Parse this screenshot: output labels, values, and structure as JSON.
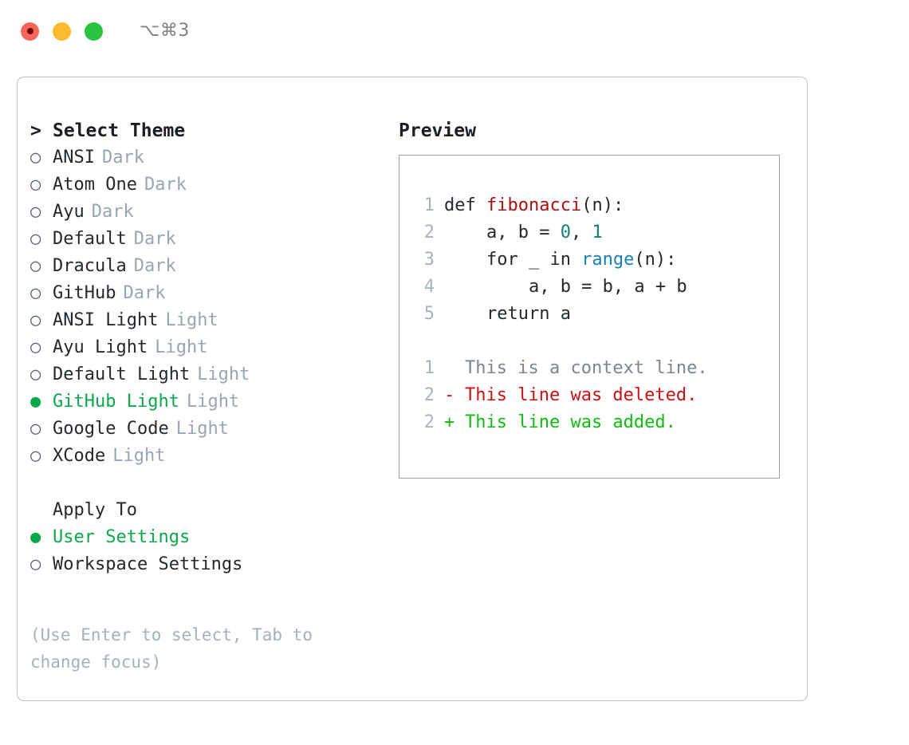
{
  "titlebar": {
    "shortcut": "⌥⌘3",
    "buttons": [
      {
        "name": "close",
        "color": "#f9655b"
      },
      {
        "name": "minimize",
        "color": "#fcbb2d"
      },
      {
        "name": "zoom",
        "color": "#2ac33f"
      }
    ]
  },
  "theme_selector": {
    "heading": "Select Theme",
    "heading_marker": ">",
    "unselected_marker": "○",
    "selected_marker": "●",
    "selected_color": "#0aa84a",
    "items": [
      {
        "label": "ANSI",
        "tag": "Dark",
        "selected": false
      },
      {
        "label": "Atom One",
        "tag": "Dark",
        "selected": false
      },
      {
        "label": "Ayu",
        "tag": "Dark",
        "selected": false
      },
      {
        "label": "Default",
        "tag": "Dark",
        "selected": false
      },
      {
        "label": "Dracula",
        "tag": "Dark",
        "selected": false
      },
      {
        "label": "GitHub",
        "tag": "Dark",
        "selected": false
      },
      {
        "label": "ANSI Light",
        "tag": "Light",
        "selected": false
      },
      {
        "label": "Ayu Light",
        "tag": "Light",
        "selected": false
      },
      {
        "label": "Default Light",
        "tag": "Light",
        "selected": false
      },
      {
        "label": "GitHub Light",
        "tag": "Light",
        "selected": true
      },
      {
        "label": "Google Code",
        "tag": "Light",
        "selected": false
      },
      {
        "label": "XCode",
        "tag": "Light",
        "selected": false
      }
    ]
  },
  "apply_to": {
    "heading": "Apply To",
    "items": [
      {
        "label": "User Settings",
        "selected": true
      },
      {
        "label": "Workspace Settings",
        "selected": false
      }
    ]
  },
  "hint": "(Use Enter to select, Tab to change focus)",
  "preview": {
    "title": "Preview",
    "code_lines": [
      {
        "num": "1",
        "tokens": [
          {
            "text": "def ",
            "type": "plain"
          },
          {
            "text": "fibonacci",
            "type": "func"
          },
          {
            "text": "(n):",
            "type": "plain"
          }
        ]
      },
      {
        "num": "2",
        "tokens": [
          {
            "text": "    a, b = ",
            "type": "plain"
          },
          {
            "text": "0",
            "type": "number"
          },
          {
            "text": ", ",
            "type": "plain"
          },
          {
            "text": "1",
            "type": "number"
          }
        ]
      },
      {
        "num": "3",
        "tokens": [
          {
            "text": "    for _ in ",
            "type": "plain"
          },
          {
            "text": "range",
            "type": "builtin"
          },
          {
            "text": "(n):",
            "type": "plain"
          }
        ]
      },
      {
        "num": "4",
        "tokens": [
          {
            "text": "        a, b = b, a + b",
            "type": "plain"
          }
        ]
      },
      {
        "num": "5",
        "tokens": [
          {
            "text": "    return a",
            "type": "plain"
          }
        ]
      }
    ],
    "diff_lines": [
      {
        "num": "1",
        "sign": " ",
        "text": "This is a context line.",
        "kind": "context"
      },
      {
        "num": "2",
        "sign": "-",
        "text": "This line was deleted.",
        "kind": "deleted"
      },
      {
        "num": "2",
        "sign": "+",
        "text": "This line was added.",
        "kind": "added"
      }
    ]
  },
  "colors": {
    "panel_border": "#b9c2cc",
    "preview_border": "#9aa4b0",
    "tag_gray": "#9aa4b4",
    "hint_gray": "#a7b0bd",
    "line_number": "#aab2bd",
    "code_text": "#24292e",
    "func_red": "#aa1111",
    "builtin_blue": "#1a7fb5",
    "number_teal": "#137f72",
    "diff_deleted": "#cc1111",
    "diff_added": "#11bb11",
    "diff_context": "#7d8690"
  }
}
